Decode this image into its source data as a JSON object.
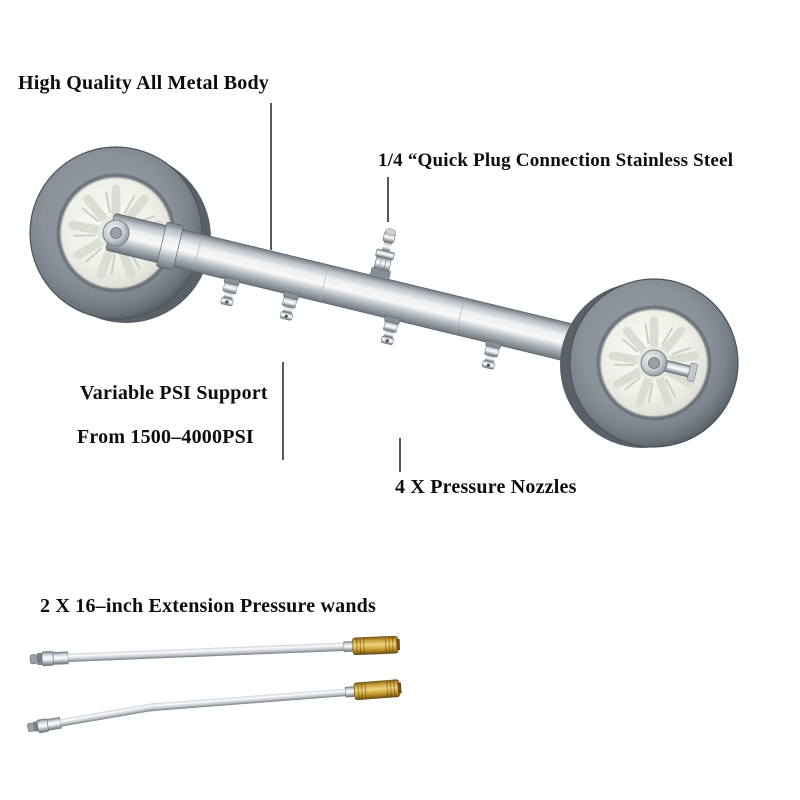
{
  "annotations": {
    "metal_body": "High Quality All Metal Body",
    "quick_plug": "1/4 “Quick Plug Connection Stainless Steel",
    "psi_support_line1": "Variable PSI Support",
    "psi_support_line2": "From 1500–4000PSI",
    "pressure_nozzles": "4 X Pressure Nozzles",
    "extension_wands": "2 X 16–inch Extension Pressure wands"
  },
  "colors": {
    "background": "#ffffff",
    "annotation_text": "#0d0d0d",
    "callout_line": "#2e2e2e",
    "tire_gray": "#7d848c",
    "hub_white": "#f0f0ea",
    "metal_silver": "#c6cbd0",
    "brass_gold": "#d2a839"
  }
}
